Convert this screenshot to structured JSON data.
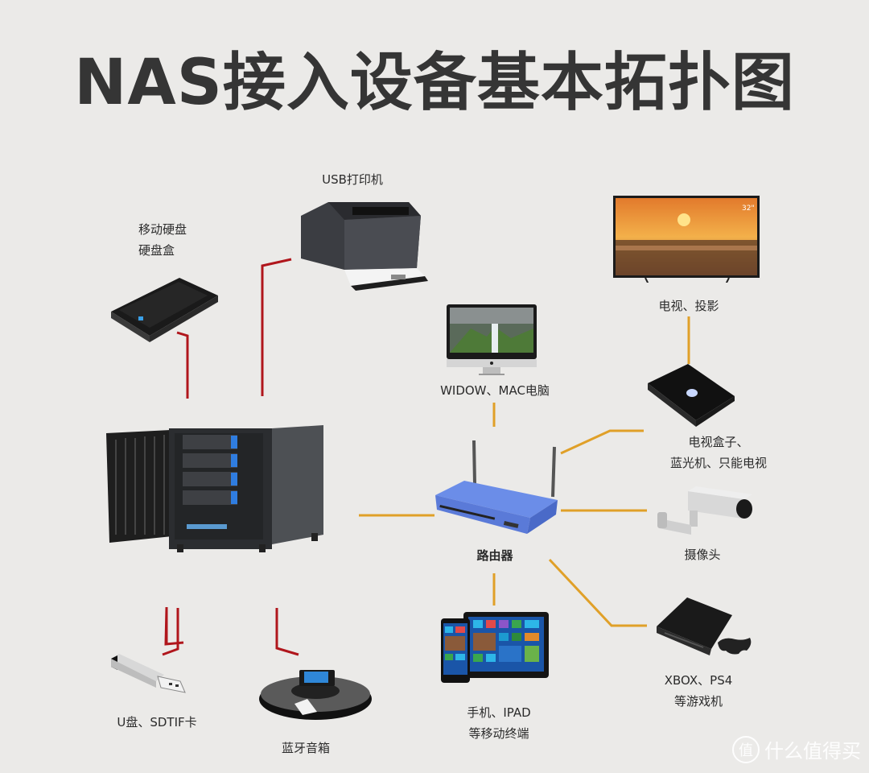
{
  "title": "NAS接入设备基本拓扑图",
  "colors": {
    "background": "#ebeae8",
    "usb_link": "#b0161c",
    "network_link": "#e0a028",
    "router_blue": "#5b7fe0"
  },
  "nodes": {
    "nas": {
      "label": ""
    },
    "router": {
      "label": "路由器"
    },
    "usb_printer": {
      "label": "USB打印机"
    },
    "portable_hdd": {
      "line1": "移动硬盘",
      "line2": "硬盘盒"
    },
    "usb_drive": {
      "label": "U盘、SDTIF卡"
    },
    "bt_speaker": {
      "label": "蓝牙音箱"
    },
    "computer": {
      "label": "WIDOW、MAC电脑"
    },
    "tv": {
      "label": "电视、投影",
      "badge": "32\""
    },
    "tv_box": {
      "line1": "电视盒子、",
      "line2": "蓝光机、只能电视"
    },
    "camera": {
      "label": "摄像头"
    },
    "game_console": {
      "line1": "XBOX、PS4",
      "line2": "等游戏机"
    },
    "mobile": {
      "line1": "手机、IPAD",
      "line2": "等移动终端"
    }
  },
  "links": {
    "usb": [
      "portable_hdd",
      "usb_printer",
      "usb_drive",
      "bt_speaker"
    ],
    "network": [
      "nas",
      "computer",
      "tv_box",
      "camera",
      "game_console",
      "mobile"
    ],
    "tv_box_to_tv": true
  },
  "watermark": {
    "icon": "值",
    "text": "什么值得买"
  }
}
